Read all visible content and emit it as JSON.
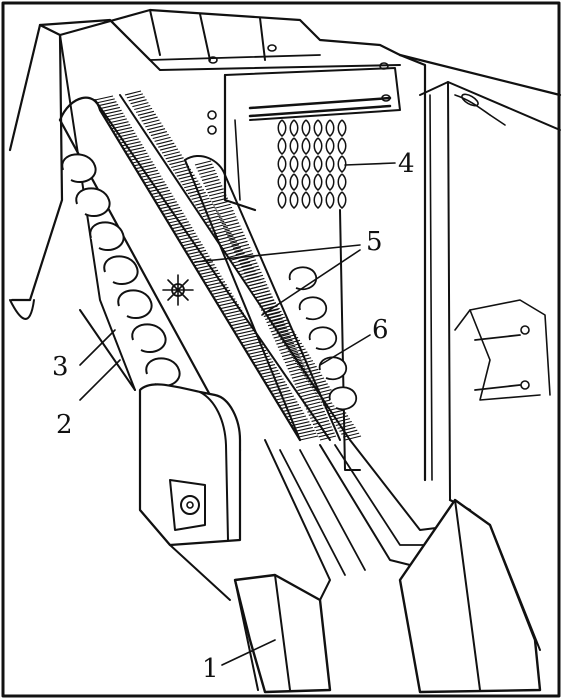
{
  "figure": {
    "labels": [
      {
        "id": "1",
        "text": "1"
      },
      {
        "id": "2",
        "text": "2"
      },
      {
        "id": "3",
        "text": "3"
      },
      {
        "id": "4",
        "text": "4"
      },
      {
        "id": "5",
        "text": "5"
      },
      {
        "id": "6",
        "text": "6"
      }
    ],
    "colors": {
      "ink": "#111111",
      "paper": "#ffffff"
    }
  }
}
